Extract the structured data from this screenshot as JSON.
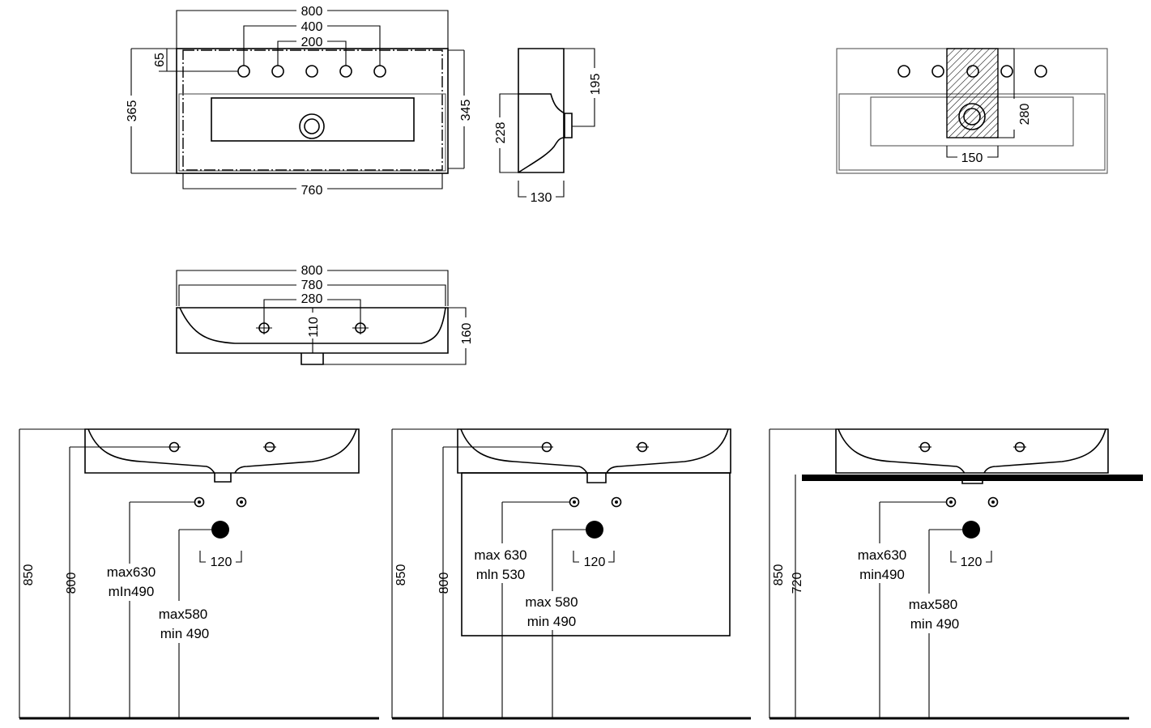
{
  "top_view": {
    "overall_width": "800",
    "tap_span_outer": "400",
    "tap_span_inner": "200",
    "tap_offset": "65",
    "overall_depth": "365",
    "inner_depth": "345",
    "base_width": "760"
  },
  "side_view": {
    "height_total": "195",
    "bowl_height": "228",
    "base_depth": "130"
  },
  "trap_zone": {
    "zone_height": "280",
    "zone_width": "150"
  },
  "front_view": {
    "overall_width": "800",
    "inner_width": "780",
    "hole_spacing": "280",
    "hole_height": "110",
    "height": "160"
  },
  "installations": [
    {
      "floor_height": "850",
      "rim_height": "800",
      "supply_max": "max630",
      "supply_min": "mIn490",
      "waste_max": "max580",
      "waste_min": "min 490",
      "waste_spacing": "120"
    },
    {
      "floor_height": "850",
      "rim_height": "800",
      "supply_max": "max 630",
      "supply_min": "mln 530",
      "waste_max": "max 580",
      "waste_min": "min 490",
      "waste_spacing": "120"
    },
    {
      "floor_height": "850",
      "rim_height": "720",
      "supply_max": "max630",
      "supply_min": "min490",
      "waste_max": "max580",
      "waste_min": "min 490",
      "waste_spacing": "120"
    }
  ]
}
